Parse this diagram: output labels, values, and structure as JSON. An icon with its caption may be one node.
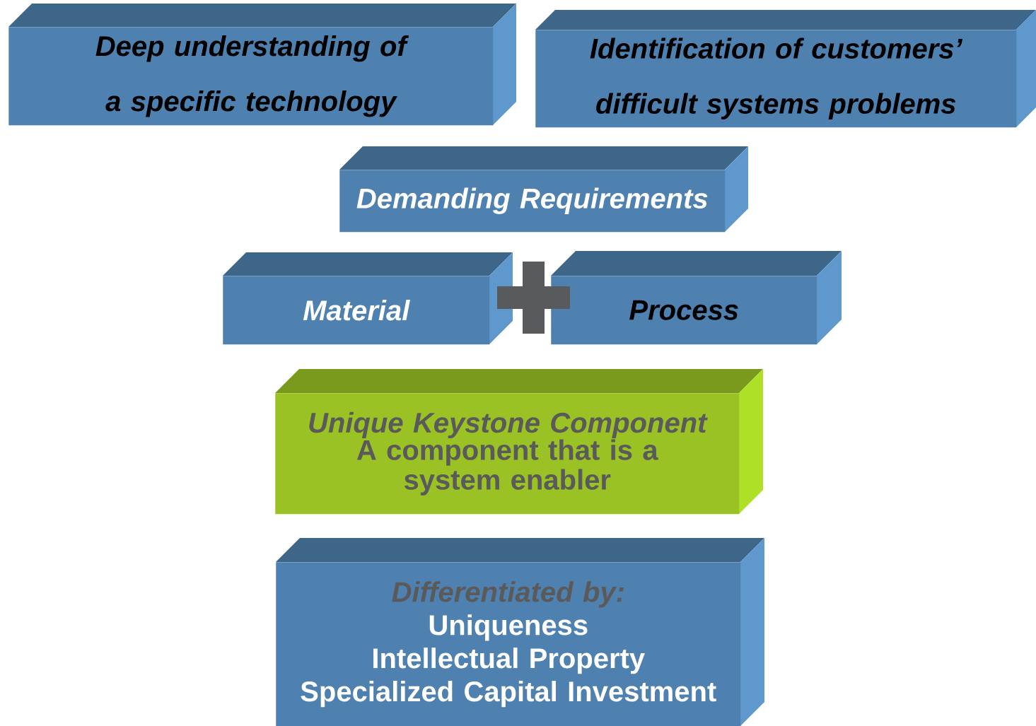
{
  "diagram": {
    "nodes": [
      {
        "text": [
          "Deep understanding of a specific technology"
        ]
      },
      {
        "text": [
          "Identification of customers’ difficult systems problems"
        ]
      },
      {
        "text": [
          "Demanding Requirements"
        ]
      },
      {
        "text": [
          "Material"
        ]
      },
      {
        "text": [],
        "shape": "plus"
      },
      {
        "text": [
          "Process"
        ]
      },
      {
        "text": [
          "Unique Keystone Component",
          "A component that is a system enabler"
        ]
      },
      {
        "text": [
          "Differentiated by:",
          "Uniqueness",
          "Intellectual Property",
          "Specialized Capital Investment"
        ]
      }
    ]
  }
}
